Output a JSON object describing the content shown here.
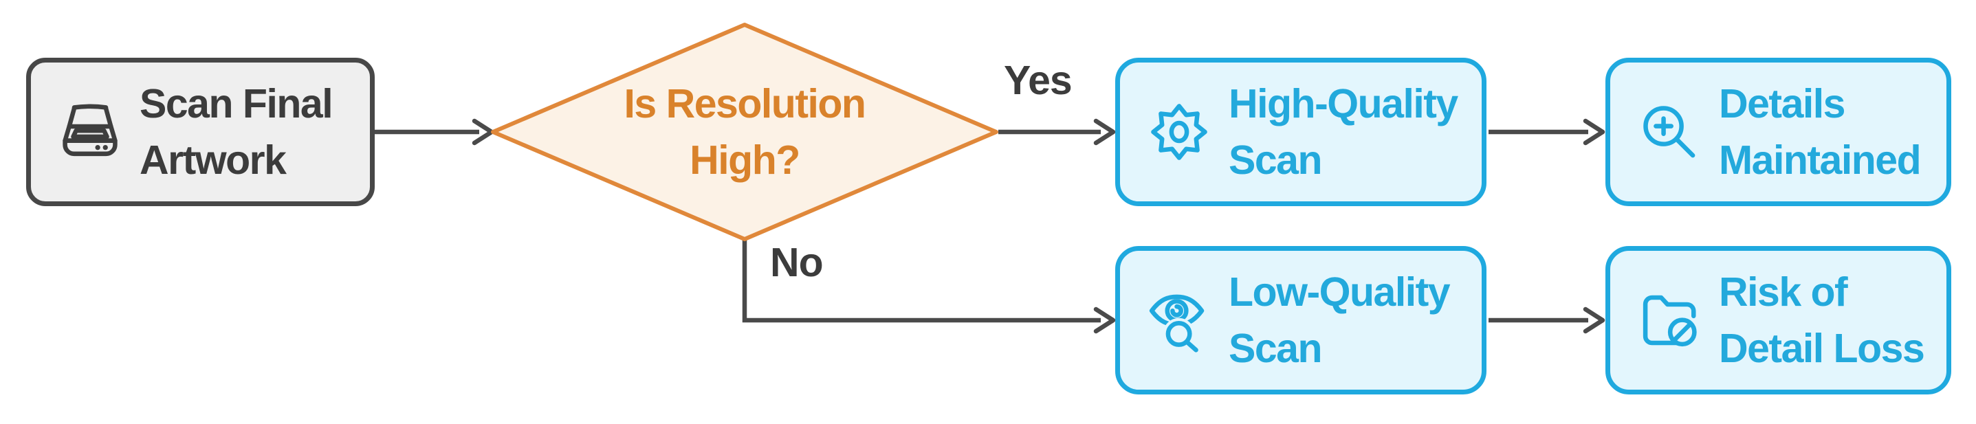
{
  "diagram": {
    "type": "flowchart",
    "nodes": {
      "start": {
        "label": "Scan Final\nArtwork",
        "icon": "scanner-icon",
        "shape": "rounded-rect",
        "theme": "neutral"
      },
      "decision": {
        "label": "Is Resolution\nHigh?",
        "icon": null,
        "shape": "diamond",
        "theme": "orange"
      },
      "high": {
        "label": "High-Quality\nScan",
        "icon": "sunburst-icon",
        "shape": "rounded-rect",
        "theme": "cyan"
      },
      "details": {
        "label": "Details\nMaintained",
        "icon": "zoom-in-icon",
        "shape": "rounded-rect",
        "theme": "cyan"
      },
      "low": {
        "label": "Low-Quality\nScan",
        "icon": "eye-magnifier-icon",
        "shape": "rounded-rect",
        "theme": "cyan"
      },
      "risk": {
        "label": "Risk of\nDetail Loss",
        "icon": "folder-blocked-icon",
        "shape": "rounded-rect",
        "theme": "cyan"
      }
    },
    "edges": {
      "yes_label": "Yes",
      "no_label": "No",
      "flow": [
        "start -> decision",
        "decision -Yes-> high",
        "high -> details",
        "decision -No-> low",
        "low -> risk"
      ]
    },
    "colors": {
      "canvas_bg": "#ffffff",
      "neutral_border": "#474747",
      "neutral_fill": "#efefef",
      "neutral_text": "#3c3c3c",
      "decision_border": "#e0883a",
      "decision_fill": "#fcf2e6",
      "decision_text": "#d9822b",
      "accent_border": "#1fa9df",
      "accent_fill": "#e3f6fd",
      "accent_text": "#23a9dc",
      "connector": "#4a4a4a"
    }
  }
}
